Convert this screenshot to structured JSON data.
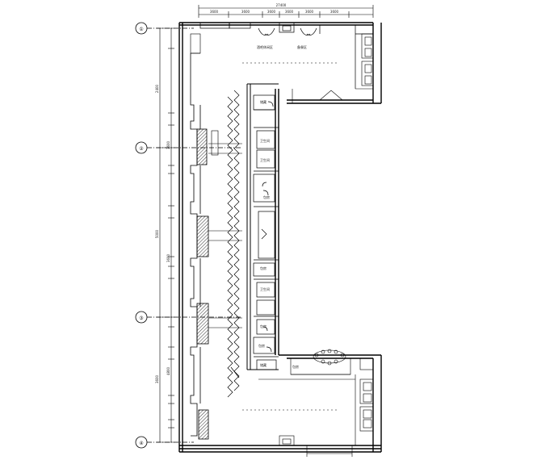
{
  "drawing": {
    "grid_axes": [
      "①",
      "②",
      "③",
      "④"
    ],
    "top_dimension_total": "27400",
    "top_dimensions": [
      "3600",
      "3600",
      "3600",
      "3600",
      "3600",
      "3600"
    ],
    "left_dimensions": [
      "2400",
      "5000",
      "3600",
      "3600",
      "3600",
      "4800"
    ],
    "room_labels": {
      "top_hall_a": "酒吧休闲区",
      "top_hall_b": "备餐区",
      "wc_1": "卫生间",
      "wc_2": "卫生间",
      "wc_3": "卫生间",
      "store_1": "储藏",
      "store_2": "储藏",
      "room_a": "包房",
      "room_b": "包房",
      "room_c": "包房",
      "room_d": "包房",
      "room_e": "包房"
    },
    "line_color": "#000000",
    "hatch_color": "#000000"
  }
}
